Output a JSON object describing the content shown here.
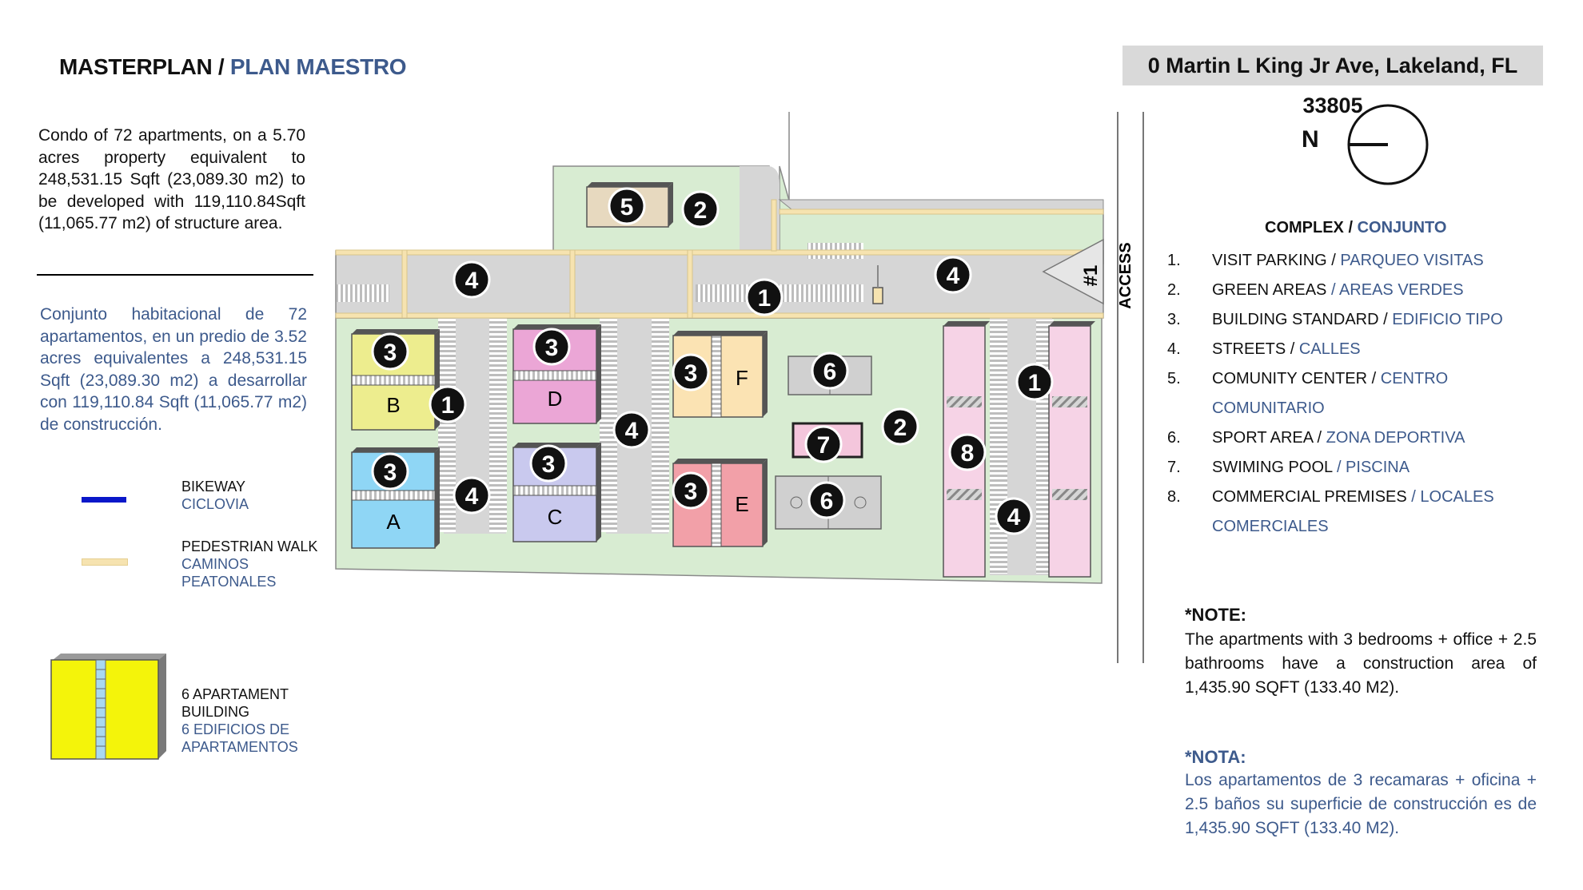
{
  "header": {
    "title_en": "MASTERPLAN /",
    "title_es": "PLAN MAESTRO",
    "address": "0 Martin L King Jr Ave, Lakeland, FL 33805"
  },
  "description": {
    "en": "Condo of 72 apartments, on a 5.70 acres property equivalent to 248,531.15 Sqft (23,089.30 m2) to be developed with 119,110.84Sqft (11,065.77 m2) of structure area.",
    "es": "Conjunto habitacional de 72 apartamentos, en un predio de 3.52 acres equivalentes a 248,531.15 Sqft (23,089.30 m2) a desarrollar con 119,110.84 Sqft (11,065.77 m2) de construcción."
  },
  "legend": {
    "bikeway_en": "BIKEWAY",
    "bikeway_es": "CICLOVIA",
    "walk_en": "PEDESTRIAN WALK",
    "walk_es_1": "CAMINOS",
    "walk_es_2": "PEATONALES",
    "building_en_1": "6 APARTAMENT",
    "building_en_2": "BUILDING",
    "building_es_1": "6 EDIFICIOS DE",
    "building_es_2": "APARTAMENTOS",
    "bikeway_color": "#0a17c9",
    "walk_color": "#f6e3b0",
    "building_color": "#f4f40a"
  },
  "compass": {
    "label": "N"
  },
  "complex": {
    "title_en": "COMPLEX /",
    "title_es": "CONJUNTO",
    "items": [
      {
        "num": "1.",
        "en": "VISIT PARKING /",
        "es": " PARQUEO VISITAS"
      },
      {
        "num": "2.",
        "en": "GREEN AREAS",
        "es": " / AREAS VERDES"
      },
      {
        "num": "3.",
        "en": "BUILDING STANDARD /",
        "es": " EDIFICIO TIPO"
      },
      {
        "num": "4.",
        "en": "STREETS /",
        "es": " CALLES"
      },
      {
        "num": "5.",
        "en": "COMUNITY CENTER /",
        "es": " CENTRO"
      },
      {
        "num": "",
        "en": "",
        "es": "COMUNITARIO"
      },
      {
        "num": "6.",
        "en": "SPORT AREA /",
        "es": " ZONA DEPORTIVA"
      },
      {
        "num": "7.",
        "en": "SWIMING POOL",
        "es": " / PISCINA"
      },
      {
        "num": "8.",
        "en": "COMMERCIAL PREMISES",
        "es": " / LOCALES"
      },
      {
        "num": "",
        "en": "",
        "es": "COMERCIALES"
      }
    ]
  },
  "notes": {
    "note_title": "*NOTE:",
    "note_body": "The apartments with 3 bedrooms + office + 2.5 bathrooms have a construction area of 1,435.90 SQFT (133.40 M2).",
    "nota_title": "*NOTA:",
    "nota_body": "Los apartamentos  de 3 recamaras + oficina + 2.5 baños su superficie de construcción es de 1,435.90 SQFT (133.40 M2)."
  },
  "plan": {
    "access": "ACCESS",
    "access_num": "#1",
    "buildings": {
      "A": "A",
      "B": "B",
      "C": "C",
      "D": "D",
      "E": "E",
      "F": "F"
    },
    "markers": {
      "m1": "1",
      "m2": "2",
      "m3": "3",
      "m4": "4",
      "m5": "5",
      "m6": "6",
      "m7": "7",
      "m8": "8"
    },
    "colors": {
      "green": "#d8ecd2",
      "road": "#d6d6d6",
      "A": "#8fd6f5",
      "B": "#eded8e",
      "C": "#c9c9ee",
      "D": "#eba6d6",
      "E": "#f2a0a8",
      "F": "#fbe3b3",
      "commercial": "#f6d3e6"
    }
  }
}
